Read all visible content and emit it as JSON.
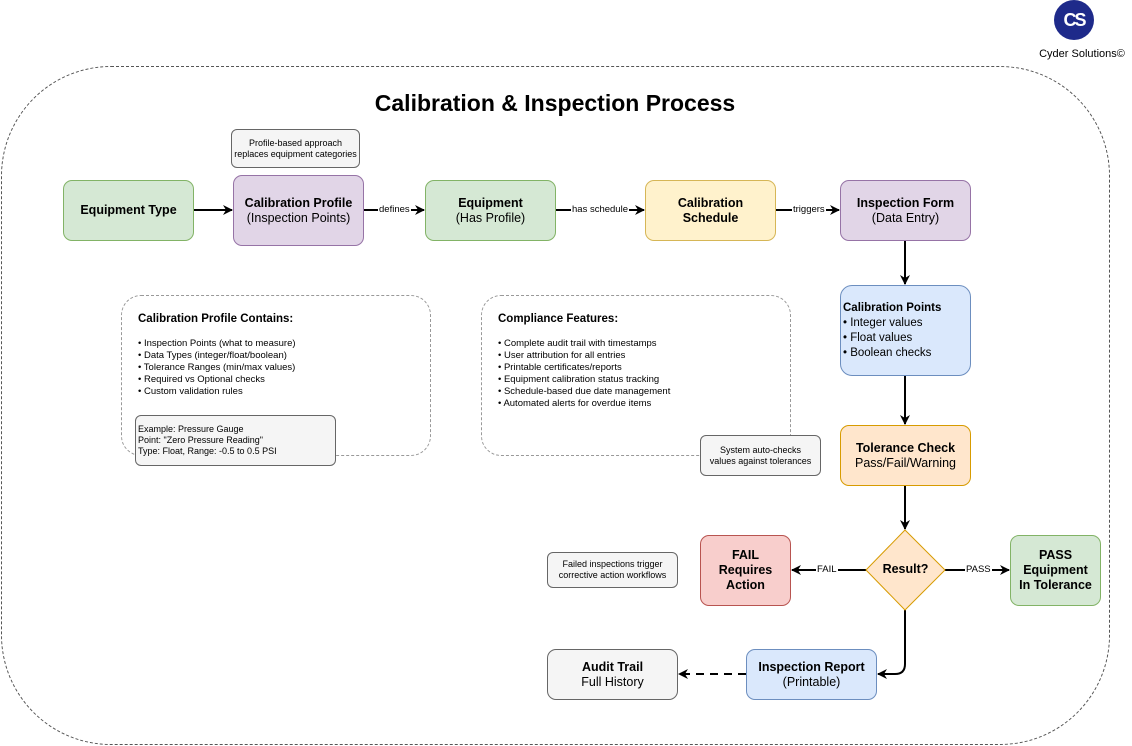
{
  "brand": {
    "logo_text": "CS",
    "name": "Cyder Solutions©"
  },
  "title": "Calibration & Inspection Process",
  "notes": {
    "profile_approach": [
      "Profile-based approach",
      "replaces equipment categories"
    ],
    "auto_checks": [
      "System auto-checks",
      "values against tolerances"
    ],
    "failed_trigger": [
      "Failed inspections trigger",
      "corrective action workflows"
    ]
  },
  "nodes": {
    "equipment_type": {
      "title": "Equipment Type"
    },
    "calibration_profile": {
      "title": "Calibration Profile",
      "subtitle": "(Inspection Points)"
    },
    "equipment": {
      "title": "Equipment",
      "subtitle": "(Has Profile)"
    },
    "calibration_schedule": {
      "title": "Calibration",
      "subtitle": "Schedule"
    },
    "inspection_form": {
      "title": "Inspection Form",
      "subtitle": "(Data Entry)"
    },
    "calibration_points": {
      "title": "Calibration Points",
      "items": [
        "• Integer values",
        "• Float values",
        "• Boolean checks"
      ]
    },
    "tolerance_check": {
      "title": "Tolerance Check",
      "subtitle": "Pass/Fail/Warning"
    },
    "result": {
      "title": "Result?"
    },
    "fail": {
      "lines": [
        "FAIL",
        "Requires",
        "Action"
      ]
    },
    "pass": {
      "lines": [
        "PASS",
        "Equipment",
        "In Tolerance"
      ]
    },
    "inspection_report": {
      "title": "Inspection Report",
      "subtitle": "(Printable)"
    },
    "audit_trail": {
      "title": "Audit Trail",
      "subtitle": "Full History"
    }
  },
  "edges": {
    "defines": "defines",
    "has_schedule": "has schedule",
    "triggers": "triggers",
    "fail": "FAIL",
    "pass": "PASS"
  },
  "panels": {
    "profile_contains": {
      "heading": "Calibration Profile Contains:",
      "items": [
        "• Inspection Points (what to measure)",
        "• Data Types (integer/float/boolean)",
        "• Tolerance Ranges (min/max values)",
        "• Required vs Optional checks",
        "• Custom validation rules"
      ],
      "example": [
        "Example: Pressure Gauge",
        "Point: \"Zero Pressure Reading\"",
        "Type: Float, Range: -0.5 to 0.5 PSI"
      ]
    },
    "compliance": {
      "heading": "Compliance Features:",
      "items": [
        "• Complete audit trail with timestamps",
        "• User attribution for all entries",
        "• Printable certificates/reports",
        "• Equipment calibration status tracking",
        "• Schedule-based due date management",
        "• Automated alerts for overdue items"
      ]
    }
  }
}
